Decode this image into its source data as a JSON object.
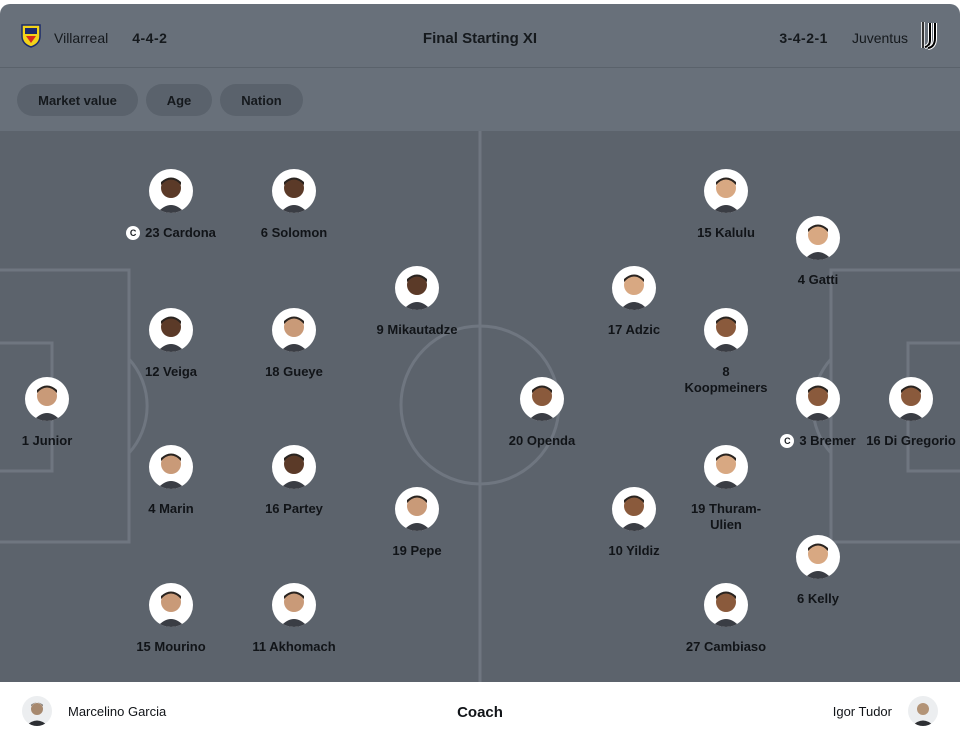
{
  "header": {
    "title": "Final Starting XI",
    "home": {
      "name": "Villarreal",
      "formation": "4-4-2",
      "crest": "villarreal-crest-icon"
    },
    "away": {
      "name": "Juventus",
      "formation": "3-4-2-1",
      "crest": "juventus-crest-icon"
    }
  },
  "filters": [
    "Market value",
    "Age",
    "Nation"
  ],
  "captain_badge": "C",
  "home_players": [
    {
      "label": "1 Junior",
      "captain": false
    },
    {
      "label": "12 Veiga",
      "captain": false
    },
    {
      "label": "4 Marin",
      "captain": false
    },
    {
      "label": "23 Cardona",
      "captain": true
    },
    {
      "label": "15 Mourino",
      "captain": false
    },
    {
      "label": "6 Solomon",
      "captain": false
    },
    {
      "label": "18 Gueye",
      "captain": false
    },
    {
      "label": "16 Partey",
      "captain": false
    },
    {
      "label": "11 Akhomach",
      "captain": false
    },
    {
      "label": "9 Mikautadze",
      "captain": false
    },
    {
      "label": "19 Pepe",
      "captain": false
    }
  ],
  "away_players": [
    {
      "label": "20 Openda",
      "captain": false
    },
    {
      "label": "17 Adzic",
      "captain": false
    },
    {
      "label": "10 Yildiz",
      "captain": false
    },
    {
      "label": "15 Kalulu",
      "captain": false
    },
    {
      "label": "8 Koopmeiners",
      "captain": false
    },
    {
      "label": "19 Thuram-Ulien",
      "captain": false
    },
    {
      "label": "27 Cambiaso",
      "captain": false
    },
    {
      "label": "4 Gatti",
      "captain": false
    },
    {
      "label": "3 Bremer",
      "captain": true
    },
    {
      "label": "6 Kelly",
      "captain": false
    },
    {
      "label": "16 Di Gregorio",
      "captain": false
    }
  ],
  "coach": {
    "label": "Coach",
    "home": "Marcelino Garcia",
    "away": "Igor Tudor"
  },
  "colors": {
    "header_bg": "#68707a",
    "pitch_bg": "#5c636c",
    "pitch_lines": "#6f7680",
    "chip_bg": "#5a626c",
    "text": "#15191d"
  }
}
